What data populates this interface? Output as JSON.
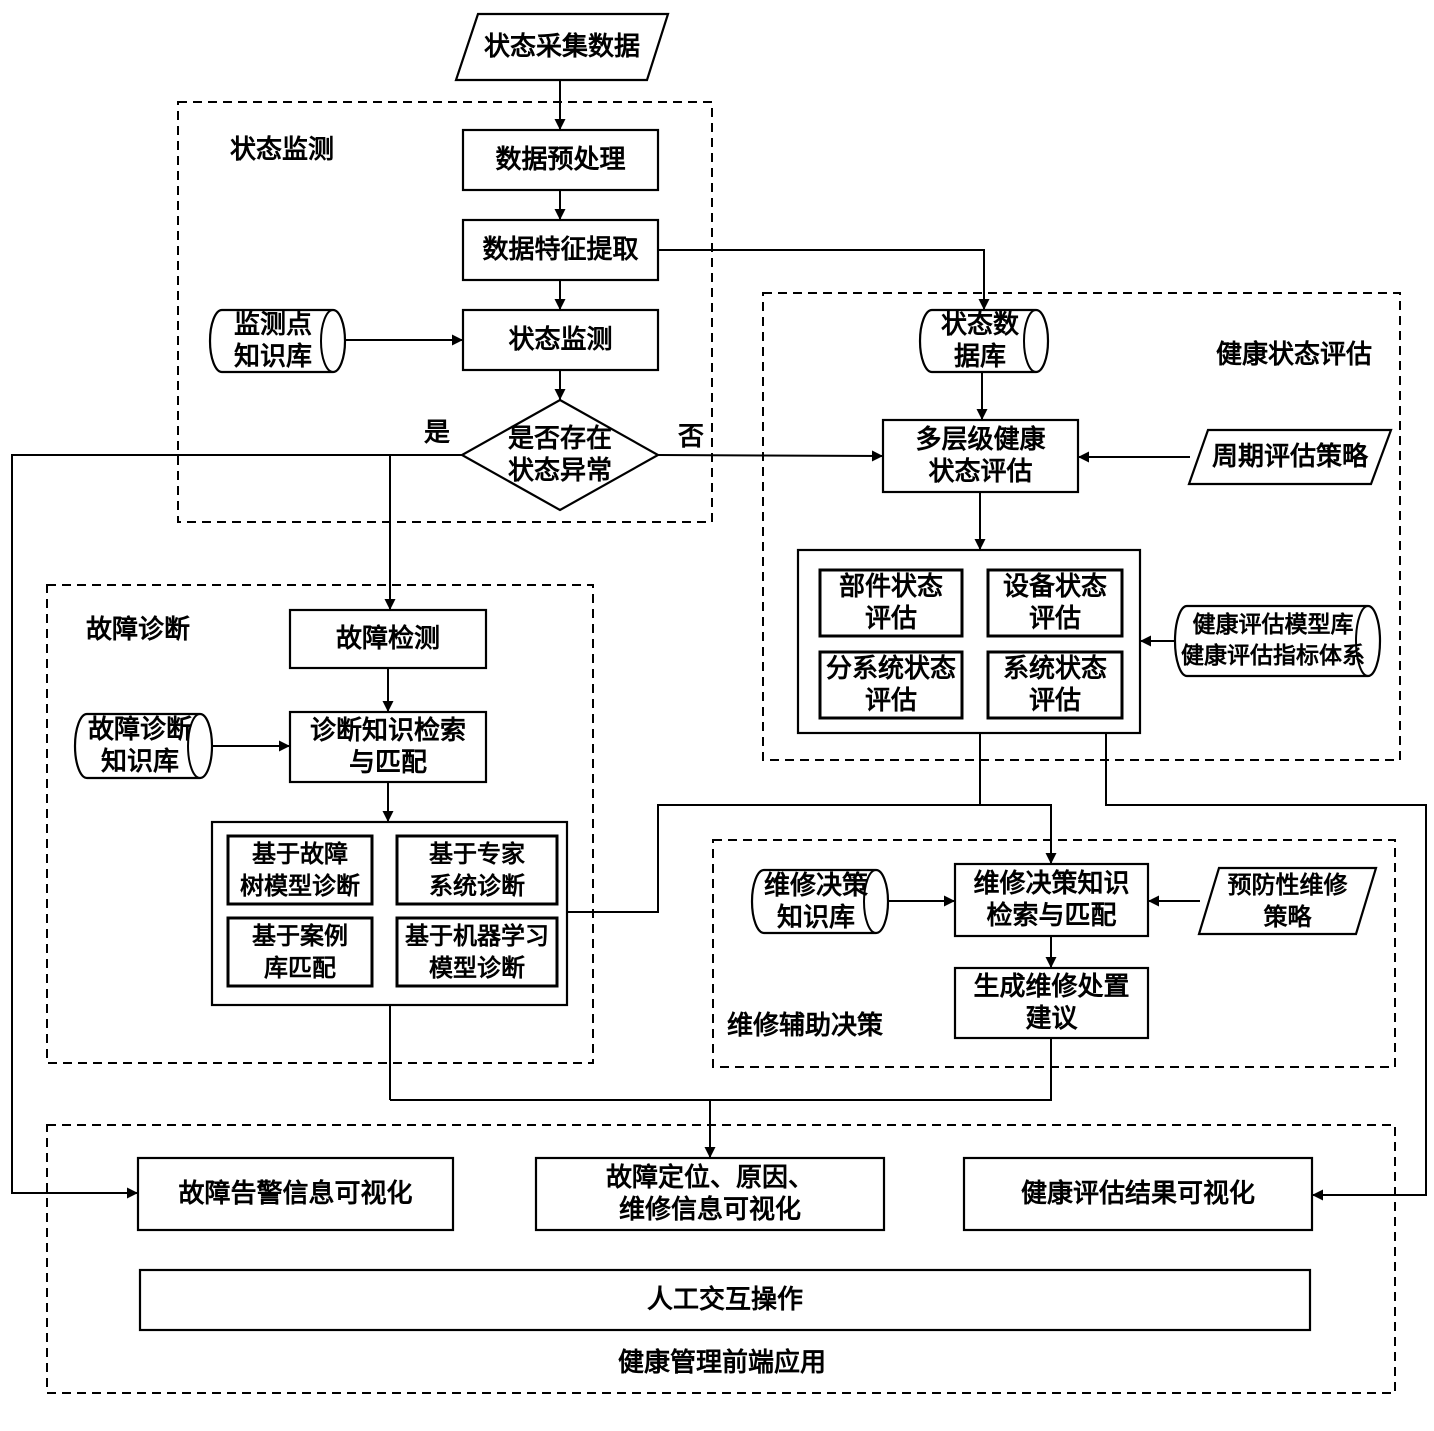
{
  "colors": {
    "line": "#000000",
    "background": "#ffffff"
  },
  "input": "状态采集数据",
  "state_monitoring": {
    "title": "状态监测",
    "preprocess": "数据预处理",
    "feature_extraction": "数据特征提取",
    "monitor_point_kb": [
      "监测点",
      "知识库"
    ],
    "monitor": "状态监测",
    "decision": [
      "是否存在",
      "状态异常"
    ],
    "yes": "是",
    "no": "否"
  },
  "health_assessment": {
    "title": "健康状态评估",
    "state_db": [
      "状态数",
      "据库"
    ],
    "multi_level": [
      "多层级健康",
      "状态评估"
    ],
    "periodic_strategy": "周期评估策略",
    "levels": [
      [
        "部件状态",
        "评估"
      ],
      [
        "设备状态",
        "评估"
      ],
      [
        "分系统状态",
        "评估"
      ],
      [
        "系统状态",
        "评估"
      ]
    ],
    "model_lib": [
      "健康评估模型库",
      "健康评估指标体系"
    ]
  },
  "fault_diagnosis": {
    "title": "故障诊断",
    "detection": "故障检测",
    "kb": [
      "故障诊断",
      "知识库"
    ],
    "retrieval": [
      "诊断知识检索",
      "与匹配"
    ],
    "methods": [
      [
        "基于故障",
        "树模型诊断"
      ],
      [
        "基于专家",
        "系统诊断"
      ],
      [
        "基于案例",
        "库匹配"
      ],
      [
        "基于机器学习",
        "模型诊断"
      ]
    ]
  },
  "maintenance_decision": {
    "title": "维修辅助决策",
    "kb": [
      "维修决策",
      "知识库"
    ],
    "retrieval": [
      "维修决策知识",
      "检索与匹配"
    ],
    "preventive_strategy": [
      "预防性维修",
      "策略"
    ],
    "suggestion": [
      "生成维修处置",
      "建议"
    ]
  },
  "frontend": {
    "title": "健康管理前端应用",
    "fault_alarm": "故障告警信息可视化",
    "fault_info": [
      "故障定位、原因、",
      "维修信息可视化"
    ],
    "health_result": "健康评估结果可视化",
    "interaction": "人工交互操作"
  }
}
